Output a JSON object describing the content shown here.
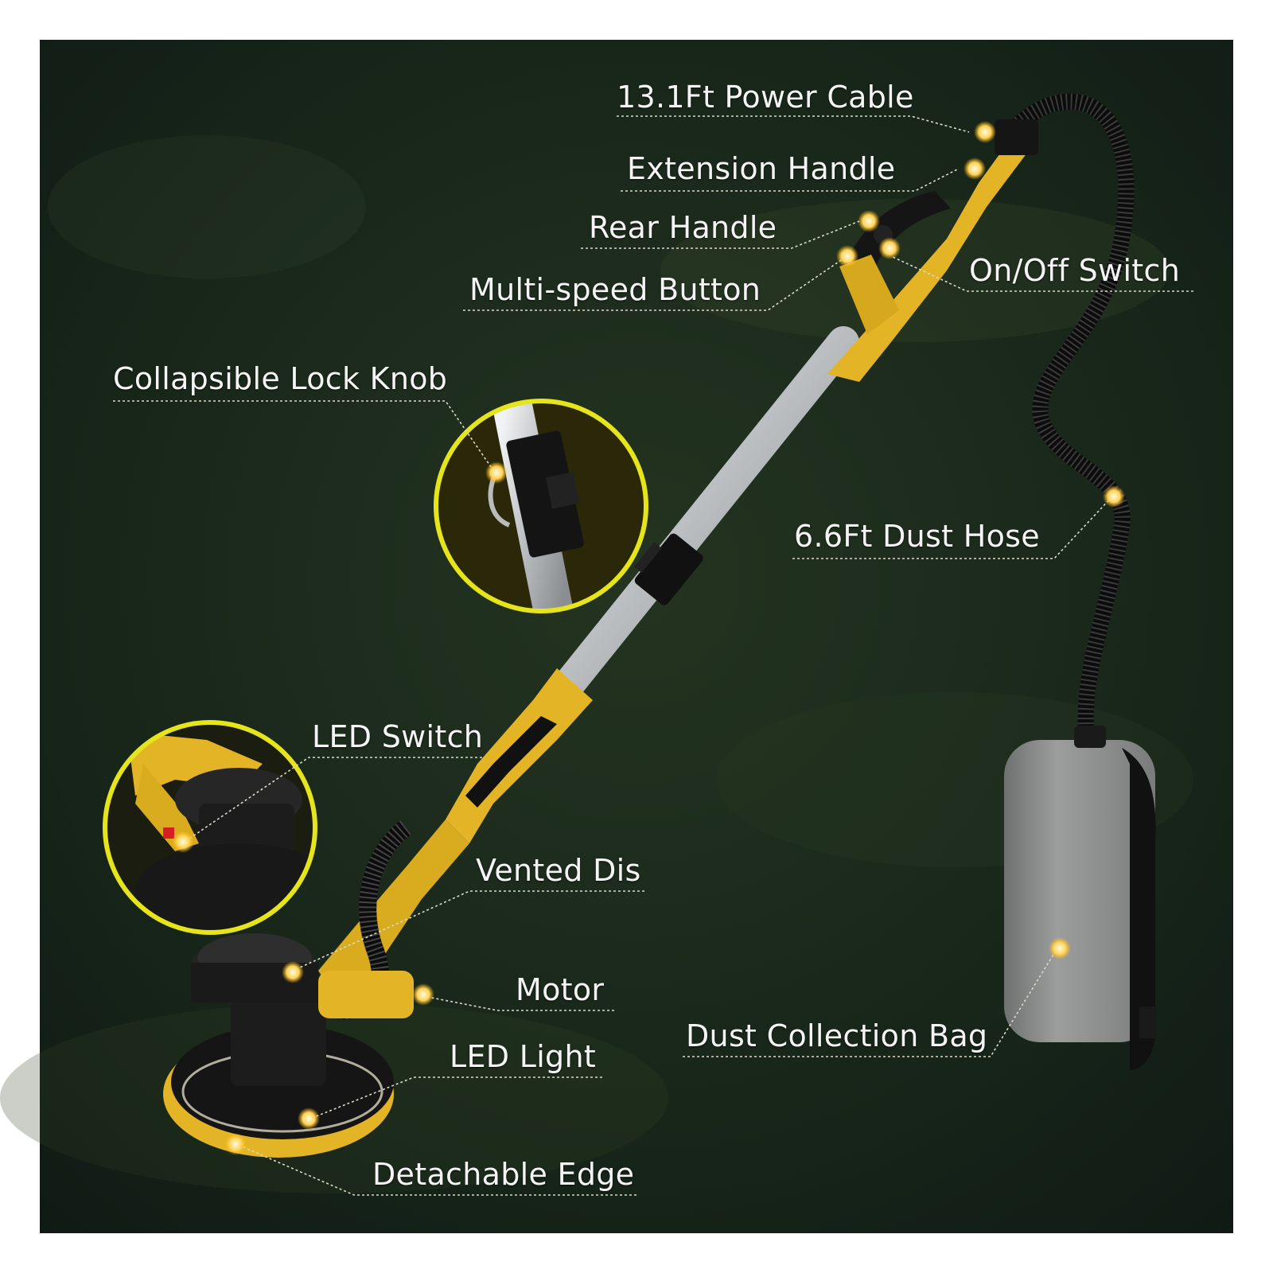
{
  "colors": {
    "background": "#1b2a18",
    "frame": "#ffffff",
    "accent": "#e3b526",
    "accent_dark": "#b98a12",
    "pole": "#cfd2d4",
    "leader": "#d9d9c8",
    "dot": "#ffcf57",
    "bag": "#8d8f8f",
    "inset_ring": "#e6e41a"
  },
  "callouts": {
    "power_cable": "13.1Ft Power Cable",
    "extension_handle": "Extension Handle",
    "rear_handle": "Rear Handle",
    "on_off_switch": "On/Off Switch",
    "multi_speed_button": "Multi-speed Button",
    "lock_knob": "Collapsible Lock Knob",
    "dust_hose": "6.6Ft Dust Hose",
    "led_switch": "LED Switch",
    "vented_dis": "Vented Dis",
    "motor": "Motor",
    "dust_bag": "Dust Collection Bag",
    "led_light": "LED Light",
    "detachable_edge": "Detachable Edge"
  }
}
